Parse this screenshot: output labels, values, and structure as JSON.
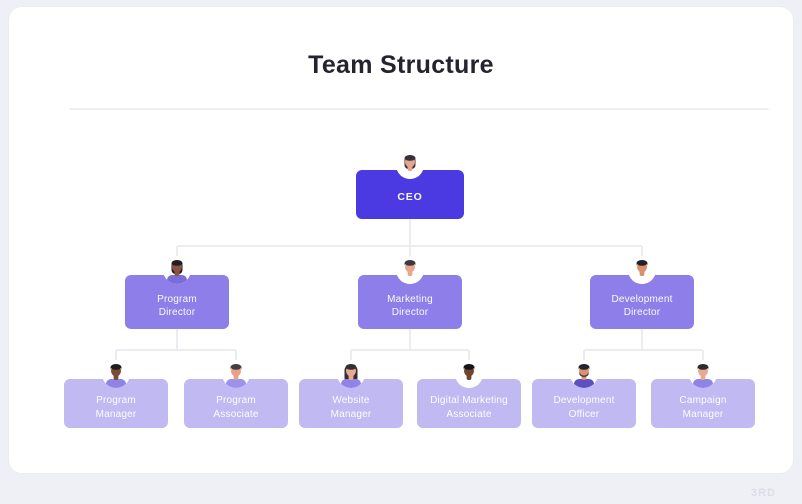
{
  "page": {
    "title": "Team Structure",
    "watermark": "3RD"
  },
  "colors": {
    "page_bg": "#EFF0F5",
    "card_bg": "#FFFFFF",
    "card_border": "#ECEDF3",
    "title_text": "#24242E",
    "divider": "#EFF0F4",
    "connector": "#EAECF2",
    "ceo_box": "#4B39E2",
    "director_box": "#8D7EE9",
    "staff_box": "#C0B9F2",
    "box_text": "#FFFFFF"
  },
  "org": {
    "ceo": {
      "id": "ceo",
      "label": [
        "CEO"
      ],
      "avatar": {
        "style": "bob",
        "skin": "#E8A58B",
        "hair": "#37313D",
        "shirt": "#FFFFFF"
      }
    },
    "groups": [
      {
        "director": {
          "id": "program-director",
          "label": [
            "Program",
            "Director"
          ],
          "avatar": {
            "style": "bob",
            "skin": "#8A5340",
            "hair": "#201D24",
            "shirt": "#7A6CD9"
          }
        },
        "children": [
          {
            "id": "program-manager",
            "label": [
              "Program",
              "Manager"
            ],
            "avatar": {
              "style": "short",
              "skin": "#7C4B34",
              "hair": "#1F1C23",
              "shirt": "#8F83E8"
            }
          },
          {
            "id": "program-associate",
            "label": [
              "Program",
              "Associate"
            ],
            "avatar": {
              "style": "short",
              "skin": "#E5A284",
              "hair": "#453E46",
              "shirt": "#9C92EC"
            }
          }
        ]
      },
      {
        "director": {
          "id": "marketing-director",
          "label": [
            "Marketing",
            "Director"
          ],
          "avatar": {
            "style": "short",
            "skin": "#E8A68C",
            "hair": "#3E3742",
            "shirt": "#FFFFFF"
          }
        },
        "children": [
          {
            "id": "website-manager",
            "label": [
              "Website",
              "Manager"
            ],
            "avatar": {
              "style": "long",
              "skin": "#E9A98F",
              "hair": "#322D37",
              "shirt": "#8F83E8"
            }
          },
          {
            "id": "digital-marketing-associate",
            "label": [
              "Digital Marketing",
              "Associate"
            ],
            "avatar": {
              "style": "short",
              "skin": "#6E452F",
              "hair": "#16141B",
              "shirt": "#FFFFFF"
            }
          }
        ]
      },
      {
        "director": {
          "id": "development-director",
          "label": [
            "Development",
            "Director"
          ],
          "avatar": {
            "style": "short",
            "skin": "#D9906C",
            "hair": "#23202A",
            "shirt": "#FFFFFF"
          }
        },
        "children": [
          {
            "id": "development-officer",
            "label": [
              "Development",
              "Officer"
            ],
            "avatar": {
              "style": "beard",
              "skin": "#D9916F",
              "hair": "#272330",
              "shirt": "#5C50C2"
            }
          },
          {
            "id": "campaign-manager",
            "label": [
              "Campaign",
              "Manager"
            ],
            "avatar": {
              "style": "short",
              "skin": "#E9A98F",
              "hair": "#2E2A34",
              "shirt": "#8F83E8"
            }
          }
        ]
      }
    ]
  }
}
